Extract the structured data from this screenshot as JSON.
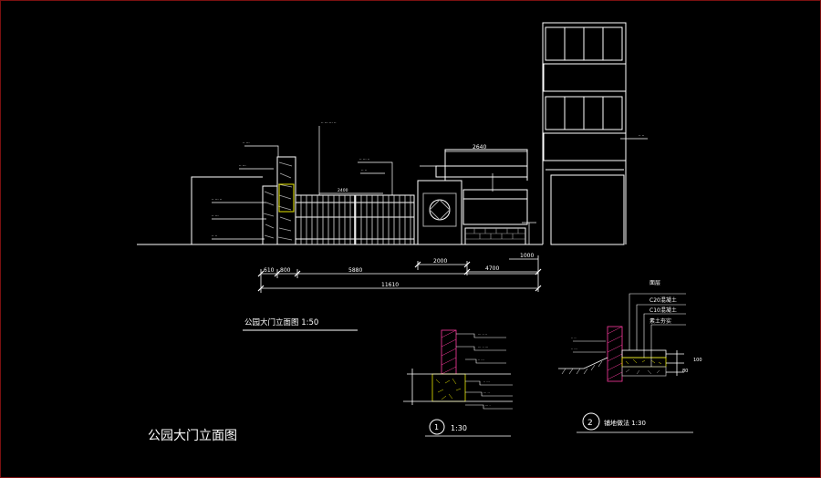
{
  "drawing": {
    "main_view": {
      "dimensions": {
        "d2640": "2640",
        "d2400": "2400",
        "d2000": "2000",
        "d4700": "4700",
        "d1000": "1000",
        "d610": "610",
        "d800": "800",
        "d5880": "5880",
        "d11610": "11610"
      },
      "caption": "公园大门立面图  1:50"
    },
    "detail_1": {
      "number": "1",
      "scale": "1:30"
    },
    "detail_2": {
      "number": "2",
      "caption": "铺地做法   1:30",
      "layers": [
        "面层",
        "C20混凝土",
        "C10混凝土",
        "素土夯实"
      ],
      "dim_a": "100",
      "dim_b": "80"
    },
    "sheet_title": "公园大门立面图"
  },
  "colors": {
    "line": "#ffffff",
    "hatch_yellow": "#e8e800",
    "accent_magenta": "#ff3aa0",
    "accent_cyan": "#35e0ff",
    "frame_red": "#7a1010"
  }
}
